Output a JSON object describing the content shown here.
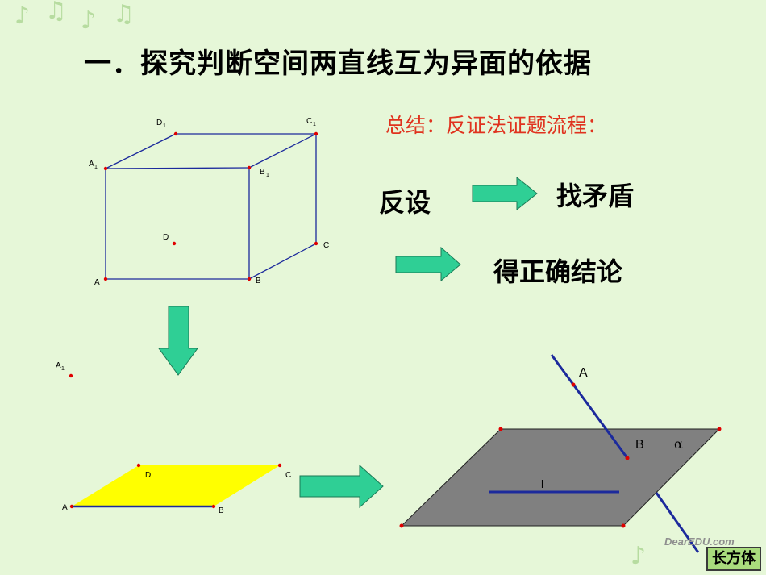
{
  "title": "一．探究判断空间两直线互为异面的依据",
  "summary": "总结：反证法证题流程：",
  "flow": {
    "step1": "反设",
    "step2": "找矛盾",
    "step3": "得正确结论"
  },
  "cuboid_labels": {
    "A": "A",
    "B": "B",
    "C": "C",
    "D": "D",
    "A1": "A",
    "B1": "B",
    "C1": "C",
    "D1": "D",
    "sub": "1"
  },
  "para_labels": {
    "A1": "A",
    "sub": "1",
    "A": "A",
    "B": "B",
    "C": "C",
    "D": "D"
  },
  "plane_labels": {
    "A": "A",
    "B": "B",
    "l": "l",
    "alpha": "α"
  },
  "button": {
    "label": "长方体"
  },
  "watermark": "DearEDU.com",
  "colors": {
    "background": "#e6f7d8",
    "accent_red": "#e0321e",
    "line_blue": "#1c2a9c",
    "arrow_fill": "#2fcf95",
    "parallelogram": "#ffff00",
    "plane": "#808080"
  }
}
